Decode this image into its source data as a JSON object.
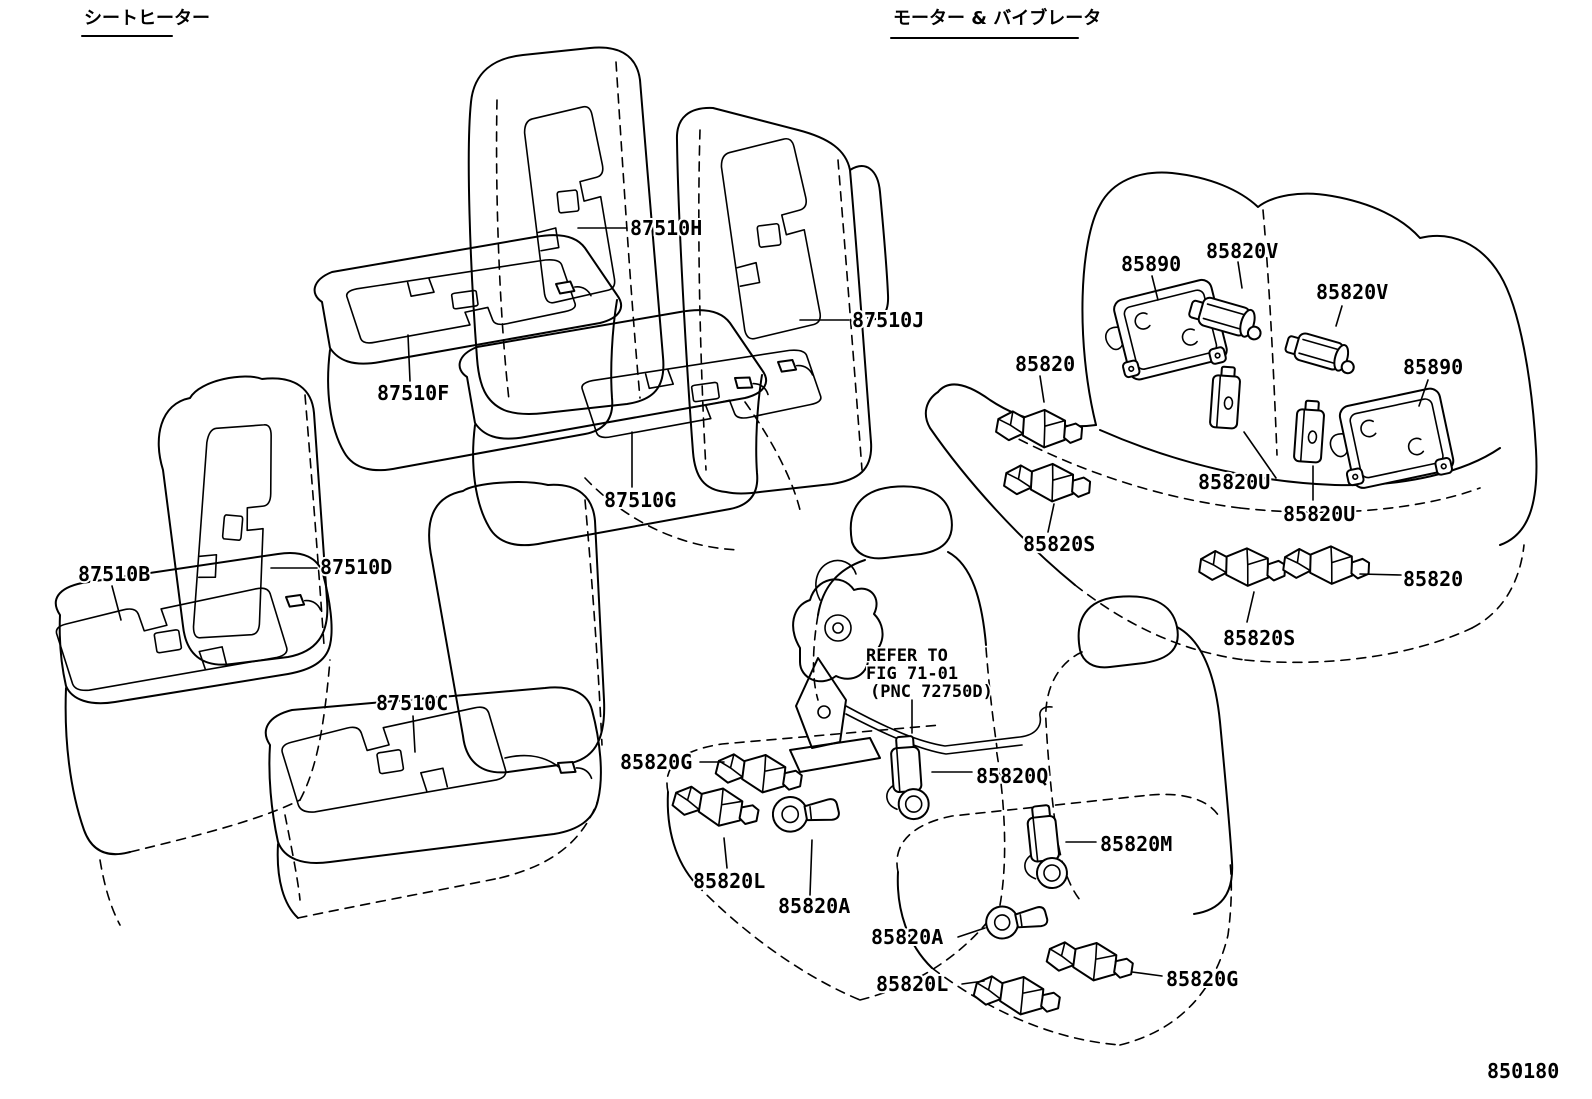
{
  "headings": {
    "seat_heater": "シートヒーター",
    "motor_vibrator": "モーター & バイブレータ"
  },
  "reference_note": {
    "line1": "REFER TO",
    "line2": "FIG 71-01",
    "line3": "(PNC 72750D)"
  },
  "figure_number": "850180",
  "colors": {
    "line": "#000000",
    "background": "#ffffff"
  },
  "callouts": {
    "heater": {
      "rear_back_lh": "87510H",
      "rear_back_rh": "87510J",
      "rear_cushion_lh": "87510F",
      "rear_cushion_rh": "87510G",
      "front_cushion_lh": "87510B",
      "front_back_lh": "87510D",
      "front_cushion_rh": "87510C"
    },
    "motor": {
      "ecu_lh": "85890",
      "ecu_rh": "85890",
      "vibrator_lh": "85820V",
      "vibrator_rh": "85820V",
      "motor_rear_lh": "85820",
      "motor_rear_rh": "85820",
      "block_lh": "85820U",
      "block_rh": "85820U",
      "motor_s_lh": "85820S",
      "motor_s_rh": "85820S",
      "motor_g_front": "85820G",
      "motor_q": "85820Q",
      "motor_l_front": "85820L",
      "motor_a_front": "85820A",
      "motor_a_rear": "85820A",
      "motor_m": "85820M",
      "motor_l_rear": "85820L",
      "motor_g_rear": "85820G"
    }
  }
}
